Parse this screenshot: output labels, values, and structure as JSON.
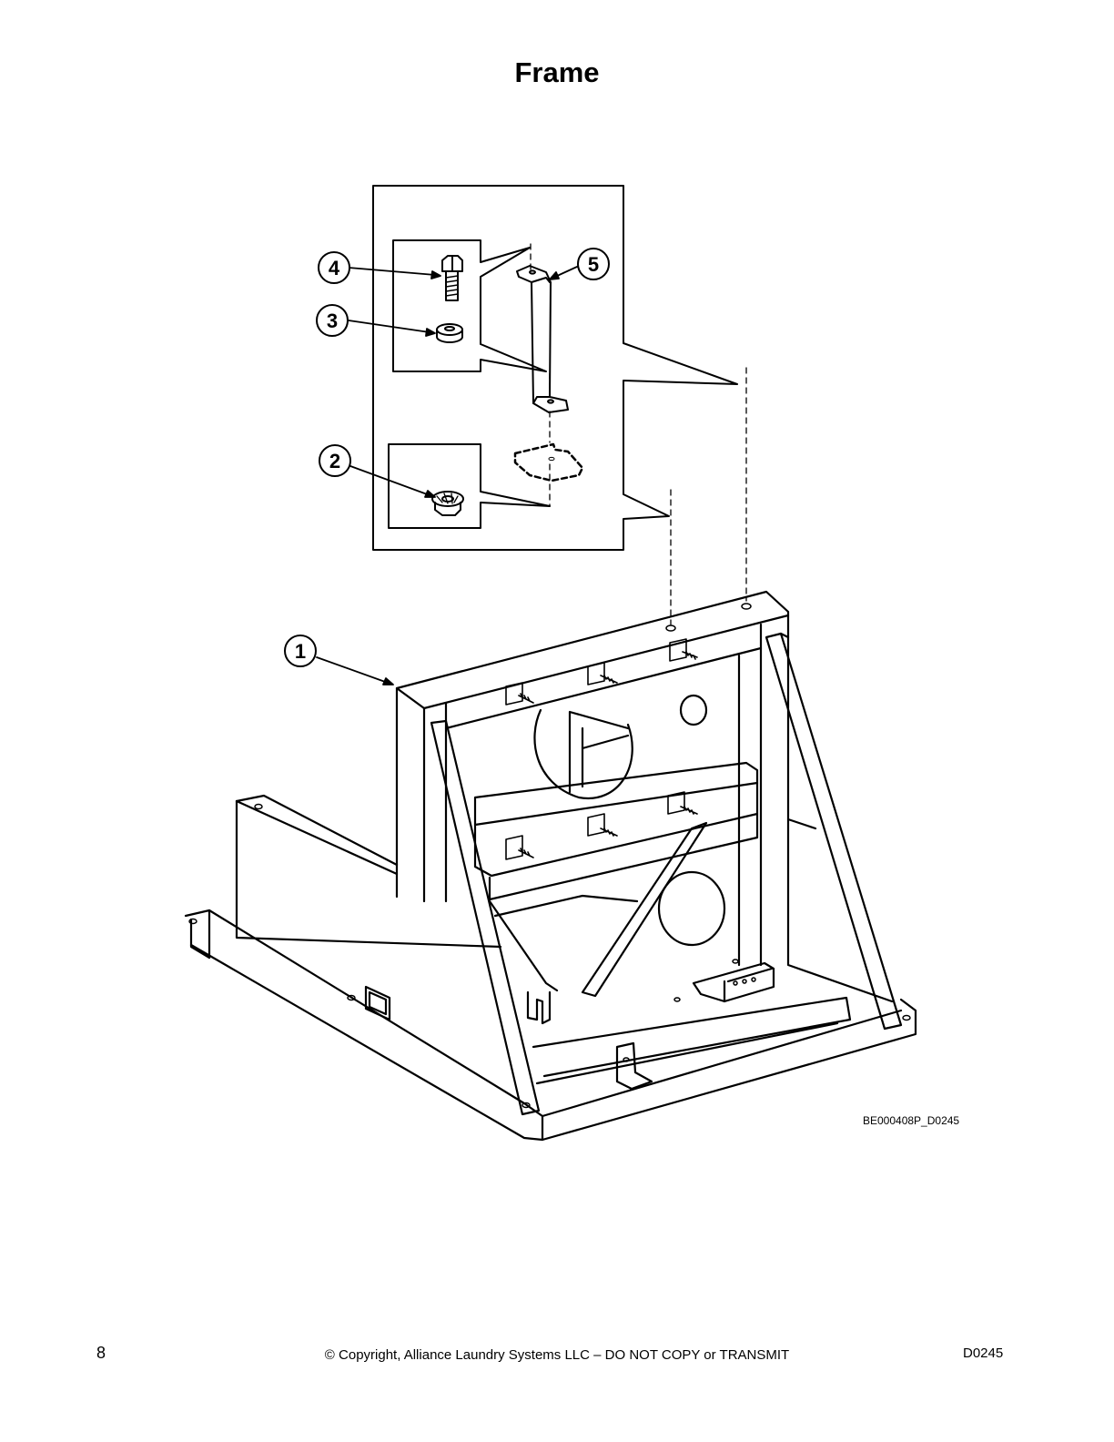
{
  "page": {
    "title": "Frame",
    "figure_id": "BE000408P_D0245",
    "footer": {
      "page_number": "8",
      "copyright": "© Copyright, Alliance Laundry Systems LLC – DO NOT COPY or TRANSMIT",
      "doc_code": "D0245"
    }
  },
  "callouts": [
    {
      "id": "1",
      "label": "1"
    },
    {
      "id": "2",
      "label": "2"
    },
    {
      "id": "3",
      "label": "3"
    },
    {
      "id": "4",
      "label": "4"
    },
    {
      "id": "5",
      "label": "5"
    }
  ]
}
